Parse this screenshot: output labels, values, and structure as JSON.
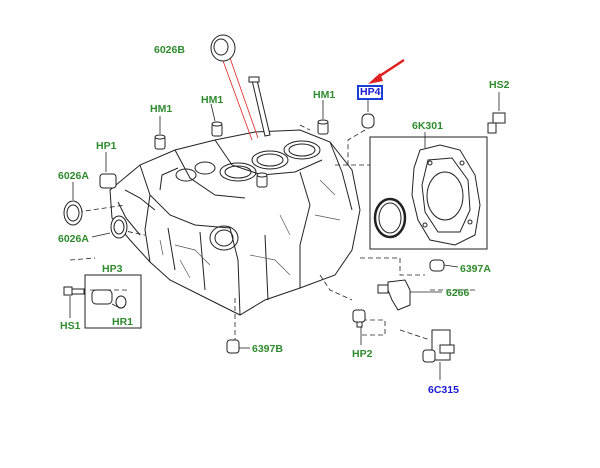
{
  "diagram": {
    "labels": {
      "p6026B": "6026B",
      "hp4": "HP4",
      "hs2": "HS2",
      "hm1_a": "HM1",
      "hm1_b": "HM1",
      "hm1_c": "HM1",
      "k6k301": "6K301",
      "hp1": "HP1",
      "p6026A_top": "6026A",
      "p6026A_bottom": "6026A",
      "hp3": "HP3",
      "p6397A": "6397A",
      "p6266": "6266",
      "hs1": "HS1",
      "hr1": "HR1",
      "p6397B": "6397B",
      "hp2": "HP2",
      "c6C315": "6C315"
    },
    "colors": {
      "label_green": "#2e8b2e",
      "label_blue": "#1a1ad6",
      "highlight_box": "#1a3fd6",
      "arrow_red": "#e02020",
      "line": "#222222"
    }
  }
}
